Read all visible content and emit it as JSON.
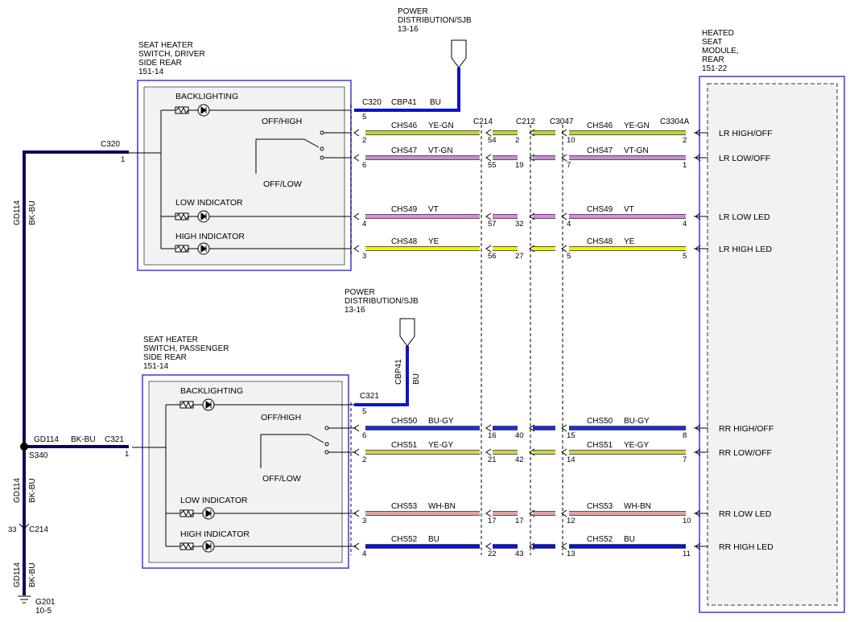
{
  "colors": {
    "BU": "#0a14c8",
    "BK-BU": "#0a0a55",
    "YE-GN": "#c8d232",
    "VT-GN": "#c98ad6",
    "VT": "#d98ae0",
    "YE": "#f2f200",
    "BU-GY": "#1e2fd2",
    "YE-GY": "#d4d44a",
    "WH-BN": "#e8a0a0",
    "module_border": "#3a3adc",
    "module_fill": "#f2f2f2"
  },
  "power_top": {
    "line1": "POWER",
    "line2": "DISTRIBUTION/SJB",
    "line3": "13-16"
  },
  "power_bottom": {
    "line1": "POWER",
    "line2": "DISTRIBUTION/SJB",
    "line3": "13-16"
  },
  "driver_switch": {
    "title1": "SEAT HEATER",
    "title2": "SWITCH, DRIVER",
    "title3": "SIDE REAR",
    "ref": "151-14",
    "backlighting": "BACKLIGHTING",
    "off_high": "OFF/HIGH",
    "off_low": "OFF/LOW",
    "low_indicator": "LOW INDICATOR",
    "high_indicator": "HIGH INDICATOR"
  },
  "passenger_switch": {
    "title1": "SEAT HEATER",
    "title2": "SWITCH, PASSENGER",
    "title3": "SIDE REAR",
    "ref": "151-14",
    "backlighting": "BACKLIGHTING",
    "off_high": "OFF/HIGH",
    "off_low": "OFF/LOW",
    "low_indicator": "LOW INDICATOR",
    "high_indicator": "HIGH INDICATOR"
  },
  "heated_module": {
    "line1": "HEATED",
    "line2": "SEAT",
    "line3": "MODULE,",
    "line4": "REAR",
    "ref": "151-22"
  },
  "connectors": {
    "c320": "C320",
    "c321": "C321",
    "c214": "C214",
    "c212": "C212",
    "c3047": "C3047",
    "c3304a": "C3304A"
  },
  "ground": {
    "gd114": "GD114",
    "bkbu": "BK-BU",
    "s340": "S340",
    "g201": "G201",
    "g201_ref": "10-5",
    "c214": "C214",
    "c214_pin": "33",
    "c320_pin": "1",
    "c321_pin": "1"
  },
  "feeds": {
    "top": {
      "circuit": "CBP41",
      "color": "BU",
      "pin": "5"
    },
    "bottom": {
      "circuit": "CBP41",
      "color": "BU",
      "pin": "5"
    }
  },
  "top_rows": [
    {
      "circuit": "CHS46",
      "color": "YE-GN",
      "pins": [
        "2",
        "54",
        "2",
        "10",
        "2"
      ],
      "signal": "LR HIGH/OFF"
    },
    {
      "circuit": "CHS47",
      "color": "VT-GN",
      "pins": [
        "6",
        "55",
        "19",
        "7",
        "1"
      ],
      "signal": "LR LOW/OFF"
    },
    {
      "circuit": "CHS49",
      "color": "VT",
      "pins": [
        "4",
        "57",
        "32",
        "4",
        "4"
      ],
      "signal": "LR LOW LED"
    },
    {
      "circuit": "CHS48",
      "color": "YE",
      "pins": [
        "3",
        "56",
        "27",
        "5",
        "5"
      ],
      "signal": "LR HIGH LED"
    }
  ],
  "bottom_rows": [
    {
      "circuit": "CHS50",
      "color": "BU-GY",
      "pins": [
        "6",
        "16",
        "40",
        "15",
        "8"
      ],
      "signal": "RR HIGH/OFF"
    },
    {
      "circuit": "CHS51",
      "color": "YE-GY",
      "pins": [
        "2",
        "21",
        "42",
        "14",
        "7"
      ],
      "signal": "RR LOW/OFF"
    },
    {
      "circuit": "CHS53",
      "color": "WH-BN",
      "pins": [
        "3",
        "17",
        "17",
        "12",
        "10"
      ],
      "signal": "RR LOW LED"
    },
    {
      "circuit": "CHS52",
      "color": "BU",
      "pins": [
        "4",
        "22",
        "43",
        "13",
        "11"
      ],
      "signal": "RR HIGH LED"
    }
  ]
}
